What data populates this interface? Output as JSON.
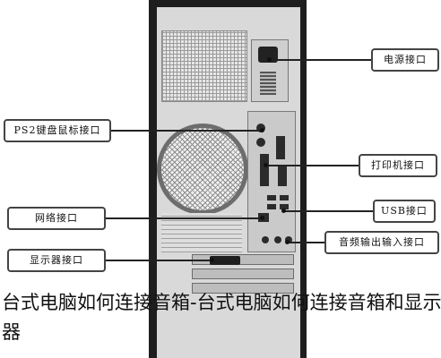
{
  "diagram": {
    "labels": {
      "power_port": "电源接口",
      "ps2_port": "PS2键盘鼠标接口",
      "printer_port": "打印机接口",
      "usb_port": "USB接口",
      "network_port": "网络接口",
      "audio_port": "音频输出输入接口",
      "display_port": "显示器接口"
    }
  },
  "caption": {
    "text": "台式电脑如何连接音箱-台式电脑如何连接音箱和显示器"
  }
}
